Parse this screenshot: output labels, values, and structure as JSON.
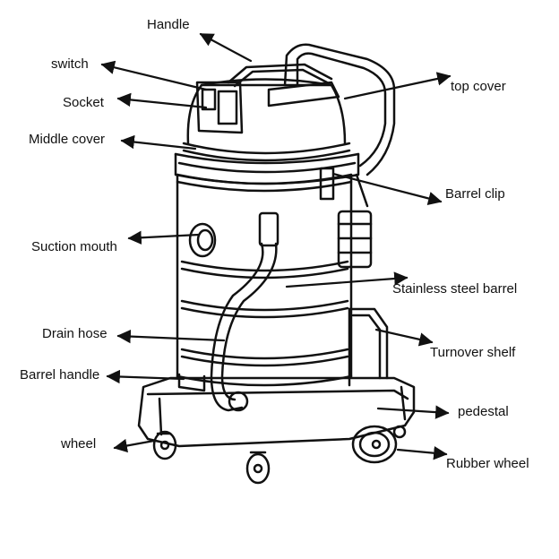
{
  "diagram": {
    "labels": {
      "handle": "Handle",
      "switch": "switch",
      "socket": "Socket",
      "middle_cover": "Middle cover",
      "suction_mouth": "Suction mouth",
      "drain_hose": "Drain hose",
      "barrel_handle": "Barrel handle",
      "wheel": "wheel",
      "top_cover": "top cover",
      "barrel_clip": "Barrel clip",
      "stainless_steel_barrel": "Stainless steel barrel",
      "turnover_shelf": "Turnover shelf",
      "pedestal": "pedestal",
      "rubber_wheel": "Rubber wheel"
    },
    "colors": {
      "line": "#111111",
      "background": "#ffffff"
    }
  }
}
